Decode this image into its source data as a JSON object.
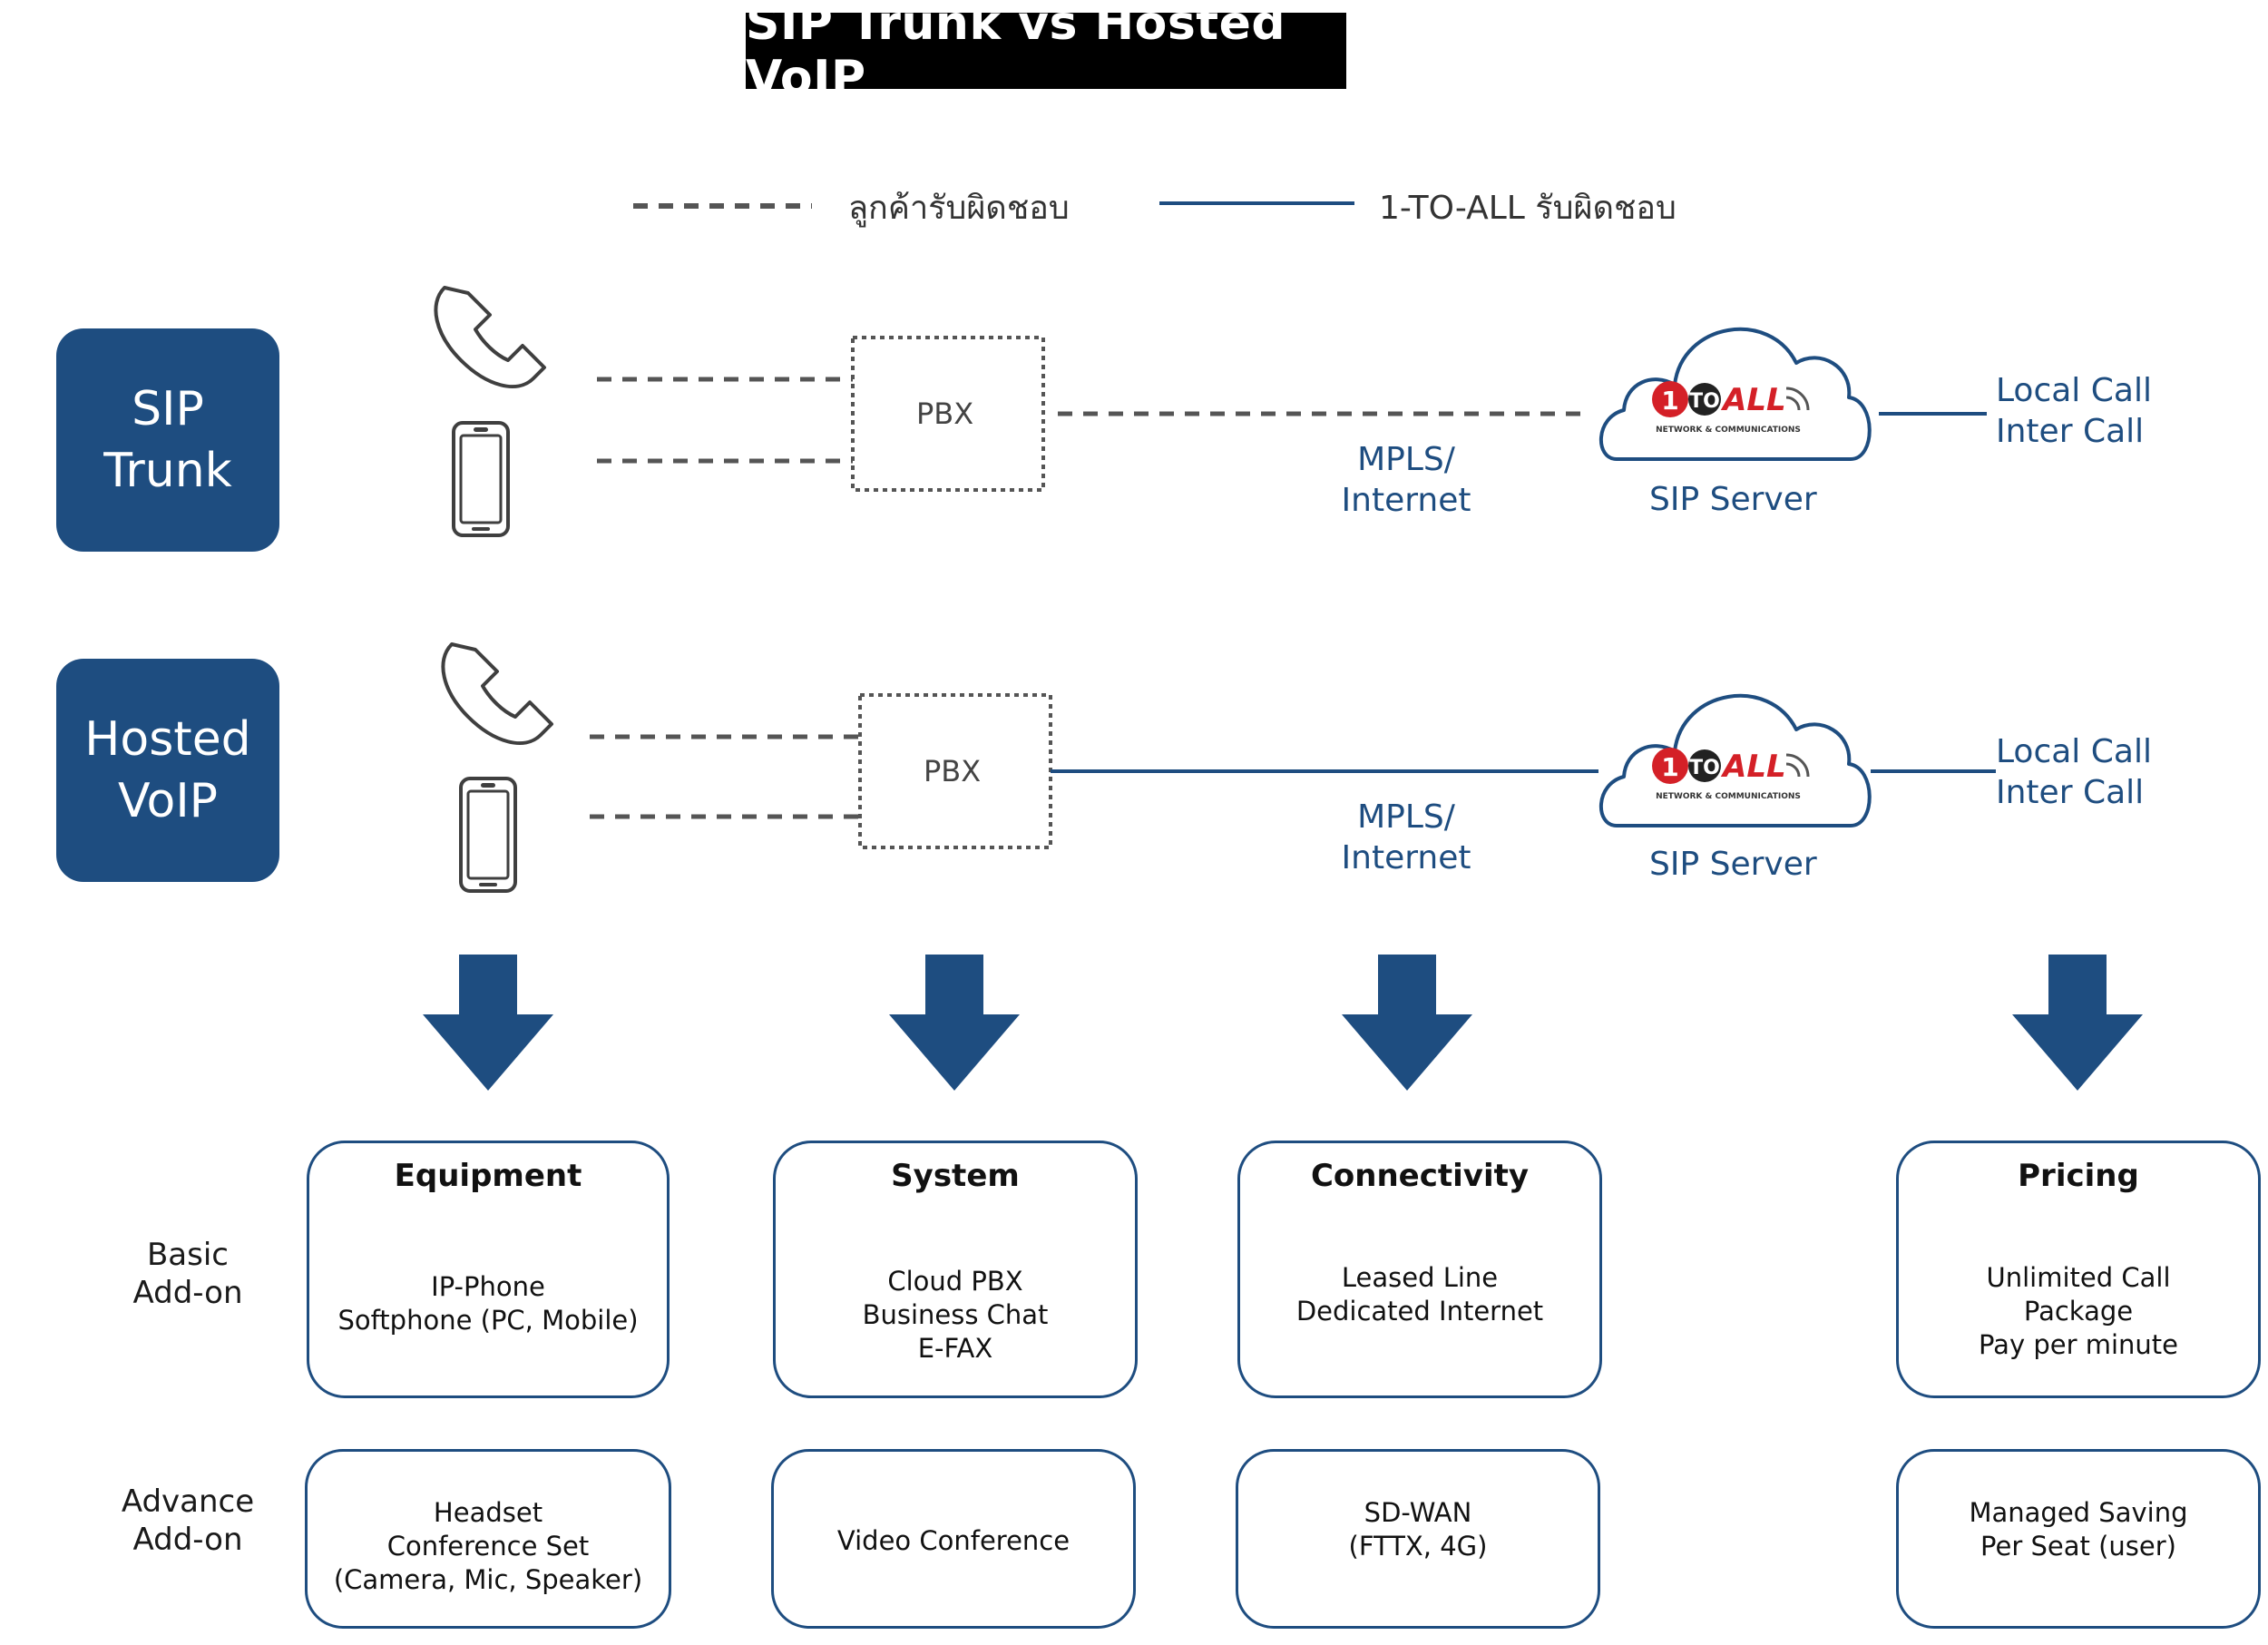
{
  "title": "SIP Trunk vs Hosted VoIP",
  "legend": {
    "customer_label": "ลูกค้ารับผิดชอบ",
    "provider_label": "1-TO-ALL รับผิดชอบ"
  },
  "rows": [
    {
      "badge_lines": [
        "SIP",
        "Trunk"
      ],
      "pbx_label": "PBX",
      "network_lines": [
        "MPLS/",
        "Internet"
      ],
      "server_label": "SIP Server",
      "call_lines": [
        "Local Call",
        "Inter Call"
      ],
      "pbx_to_server": "customer"
    },
    {
      "badge_lines": [
        "Hosted",
        "VoIP"
      ],
      "pbx_label": "PBX",
      "network_lines": [
        "MPLS/",
        "Internet"
      ],
      "server_label": "SIP Server",
      "call_lines": [
        "Local Call",
        "Inter Call"
      ],
      "pbx_to_server": "provider"
    }
  ],
  "logo": {
    "number": "1",
    "to": "TO",
    "all": "ALL",
    "tagline": "NETWORK & COMMUNICATIONS"
  },
  "addon_rows": {
    "basic": [
      "Basic",
      "Add-on"
    ],
    "advance": [
      "Advance",
      "Add-on"
    ]
  },
  "categories": [
    {
      "heading": "Equipment",
      "basic": [
        "IP-Phone",
        "Softphone (PC, Mobile)"
      ],
      "advance": [
        "Headset",
        "Conference Set",
        "(Camera, Mic, Speaker)"
      ]
    },
    {
      "heading": "System",
      "basic": [
        "Cloud PBX",
        "Business Chat",
        "E-FAX"
      ],
      "advance": [
        "Video Conference"
      ]
    },
    {
      "heading": "Connectivity",
      "basic": [
        "Leased Line",
        "Dedicated Internet"
      ],
      "advance": [
        "SD-WAN",
        "(FTTX, 4G)"
      ]
    },
    {
      "heading": "Pricing",
      "basic": [
        "Unlimited Call",
        "Package",
        "Pay per minute"
      ],
      "advance": [
        "Managed Saving",
        "Per Seat (user)"
      ]
    }
  ],
  "icons": {
    "desk_phone": "telephone-handset-icon",
    "mobile": "smartphone-icon",
    "cloud": "cloud-icon",
    "arrow": "arrow-down-icon"
  },
  "colors": {
    "brand_blue": "#1e4d80",
    "dash_gray": "#555555",
    "logo_red": "#d42027",
    "title_bg": "#000000"
  }
}
